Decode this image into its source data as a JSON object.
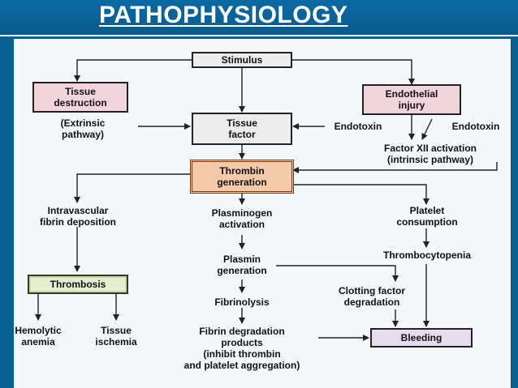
{
  "header": {
    "title": "PATHOPHYSIOLOGY"
  },
  "diagram": {
    "stimulus": "Stimulus",
    "tissue_destruction": "Tissue\ndestruction",
    "endothelial_injury": "Endothelial\ninjury",
    "extrinsic_pathway": "(Extrinsic\npathway)",
    "tissue_factor": "Tissue\nfactor",
    "endotoxin_left": "Endotoxin",
    "endotoxin_right": "Endotoxin",
    "factor_xii": "Factor XII activation\n(intrinsic pathway)",
    "thrombin_generation": "Thrombin\ngeneration",
    "intravascular_fibrin": "Intravascular\nfibrin deposition",
    "plasminogen_activation": "Plasminogen\nactivation",
    "platelet_consumption": "Platelet\nconsumption",
    "plasmin_generation": "Plasmin\ngeneration",
    "thrombocytopenia": "Thrombocytopenia",
    "thrombosis": "Thrombosis",
    "clotting_factor_degradation": "Clotting factor\ndegradation",
    "fibrinolysis": "Fibrinolysis",
    "hemolytic_anemia": "Hemolytic\nanemia",
    "tissue_ischemia": "Tissue\nischemia",
    "fibrin_degradation_products": "Fibrin degradation\nproducts\n(inhibit thrombin\nand platelet aggregation)",
    "bleeding": "Bleeding"
  },
  "colors": {
    "header_bg": "#0b6aa3",
    "panel_bg": "#f4f8fb",
    "tissue_destruction_fill": "#f2d4dc",
    "thrombin_fill": "#f3c9a9",
    "thrombosis_fill": "#e3efcf",
    "bleeding_fill": "#e7dcef"
  }
}
